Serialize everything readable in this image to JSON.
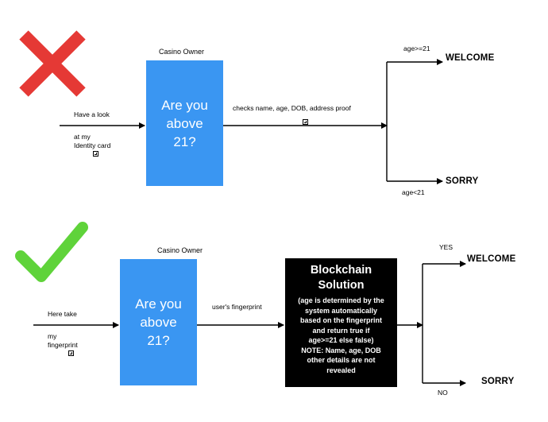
{
  "top": {
    "owner_label": "Casino Owner",
    "box_text": "Are you\nabove\n21?",
    "left_label_1": "Have a look",
    "left_label_2": "at my\nIdentity card",
    "middle_label": "checks name, age, DOB, address proof",
    "upper_branch_label": "age>=21",
    "upper_result": "WELCOME",
    "lower_result": "SORRY",
    "lower_branch_label": "age<21"
  },
  "bottom": {
    "owner_label": "Casino Owner",
    "box_text": "Are you\nabove\n21?",
    "left_label_1": "Here take",
    "left_label_2": "my\nfingerprint",
    "middle_label": "user's fingerprint",
    "blockchain_title": "Blockchain\nSolution",
    "blockchain_body": "(age is determined by the\nsystem automatically\nbased on the fingerprint\nand return true if\nage>=21 else false)\nNOTE: Name, age, DOB\nother details are not\nrevealed",
    "upper_branch_label": "YES",
    "upper_result": "WELCOME",
    "lower_result": "SORRY",
    "lower_branch_label": "NO"
  },
  "colors": {
    "box_blue": "#3a96f2",
    "cross_red": "#e53935",
    "check_green": "#5fd33a",
    "blockchain_bg": "#000000"
  },
  "icons": {
    "top_mark": "red-cross-icon",
    "bottom_mark": "green-checkmark-icon",
    "expander": "plus-box-icon"
  }
}
